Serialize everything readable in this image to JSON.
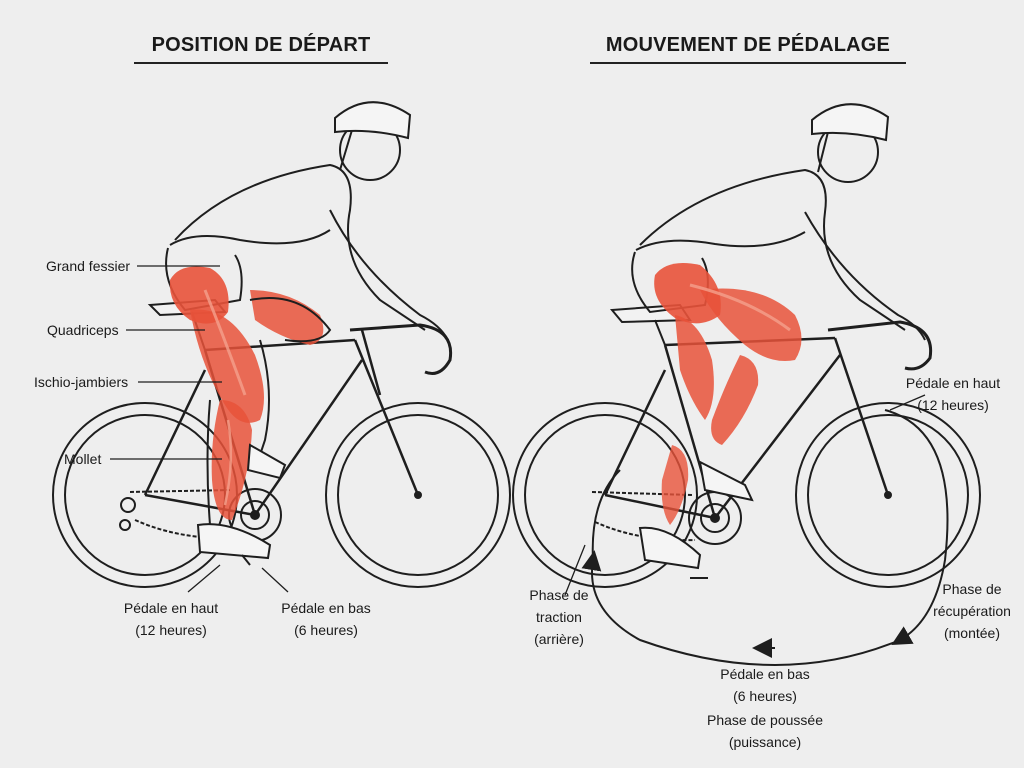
{
  "left_panel": {
    "title": "POSITION DE DÉPART",
    "muscles": {
      "glute": "Grand fessier",
      "quad": "Quadriceps",
      "hamstring": "Ischio-jambiers",
      "calf": "Mollet"
    },
    "pedal_top": [
      "Pédale en haut",
      "(12 heures)"
    ],
    "pedal_bottom": [
      "Pédale en bas",
      "(6 heures)"
    ]
  },
  "right_panel": {
    "title": "MOUVEMENT DE PÉDALAGE",
    "pedal_top": [
      "Pédale en haut",
      "(12 heures)"
    ],
    "recovery": [
      "Phase de",
      "récupération",
      "(montée)"
    ],
    "traction": [
      "Phase de",
      "traction",
      "(arrière)"
    ],
    "pedal_bottom": [
      "Pédale en bas",
      "(6 heures)"
    ],
    "push": [
      "Phase de poussée",
      "(puissance)"
    ]
  },
  "colors": {
    "muscle": "#e8523a",
    "muscle_light": "#f4a08c",
    "line": "#1e1e1e",
    "background": "#eeeeee"
  }
}
